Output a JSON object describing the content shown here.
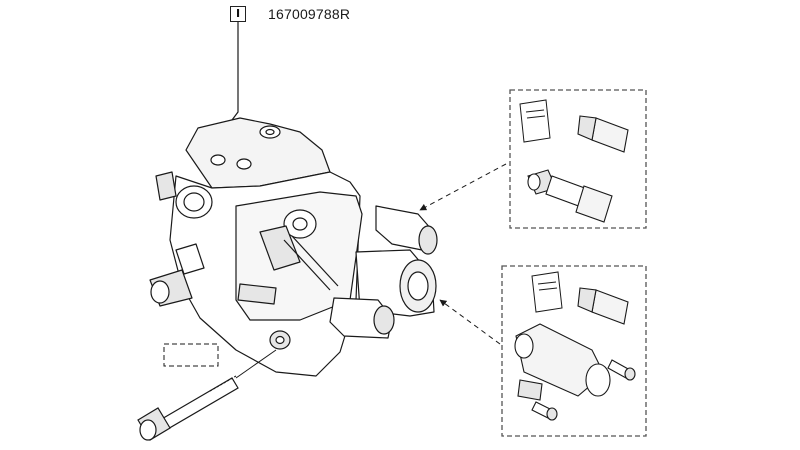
{
  "reference": {
    "marker": "I",
    "part_number": "167009788R"
  },
  "kits": [
    {
      "contents": [
        "instruction-leaflet",
        "grease-tube",
        "temperature-sensor"
      ]
    },
    {
      "contents": [
        "instruction-leaflet",
        "grease-tube",
        "pressure-regulator-valve",
        "screws"
      ]
    }
  ],
  "colors": {
    "line": "#1a1a1a",
    "fill": "#ffffff",
    "shade": "#e6e6e6",
    "dash": "#555555"
  },
  "icons": [
    "booklet-icon",
    "grease-tube-icon",
    "sensor-icon",
    "valve-icon",
    "screw-icon",
    "bolt-icon",
    "pump-icon"
  ]
}
